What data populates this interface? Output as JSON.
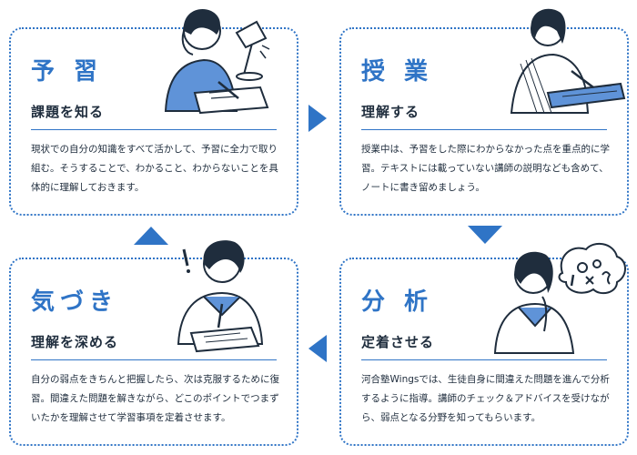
{
  "steps": [
    {
      "title": "予 習",
      "subtitle": "課題を知る",
      "description": "現状での自分の知識をすべて活かして、予習に全力で取り組む。そうすることで、わかること、わからないことを具体的に理解しておきます。"
    },
    {
      "title": "授 業",
      "subtitle": "理解する",
      "description": "授業中は、予習をした際にわからなかった点を重点的に学習。テキストには載っていない講師の説明なども含めて、ノートに書き留めましょう。"
    },
    {
      "title": "気づき",
      "subtitle": "理解を深める",
      "description": "自分の弱点をきちんと把握したら、次は克服するために復習。間違えた問題を解きながら、どこのポイントでつまずいたかを理解させて学習事項を定着させます。"
    },
    {
      "title": "分 析",
      "subtitle": "定着させる",
      "description": "河合塾Wingsでは、生徒自身に間違えた問題を進んで分析するように指導。講師のチェック＆アドバイスを受けながら、弱点となる分野を知ってもらいます。"
    }
  ],
  "colors": {
    "accent": "#2f74c6",
    "text": "#1f2d3d",
    "illustration_fill": "#5f93d8"
  }
}
